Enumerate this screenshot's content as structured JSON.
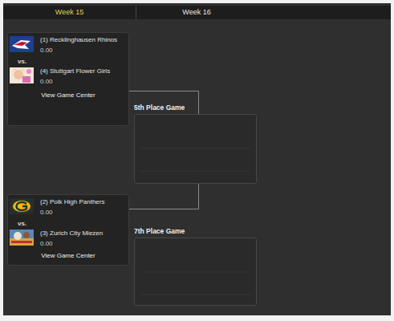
{
  "diagram": {
    "nodes": [
      {
        "text": [
          "(1) Recklinghausen Rhinos",
          "0.00",
          "vs.",
          "(4) Stuttgart Flower Girls",
          "0.00",
          "View Game Center"
        ]
      },
      {
        "text": [
          "(2) Polk High Panthers",
          "0.00",
          "vs.",
          "(3) Zurich City Miezen",
          "0.00",
          "View Game Center"
        ]
      },
      {
        "text": [
          "5th Place Game"
        ]
      },
      {
        "text": [
          "7th Place Game"
        ]
      }
    ],
    "edges": [
      {
        "from": 0,
        "to": 2,
        "arrow": "none"
      },
      {
        "from": 1,
        "to": 2,
        "arrow": "none"
      }
    ],
    "labels": [
      "Week 15",
      "Week 16"
    ]
  }
}
